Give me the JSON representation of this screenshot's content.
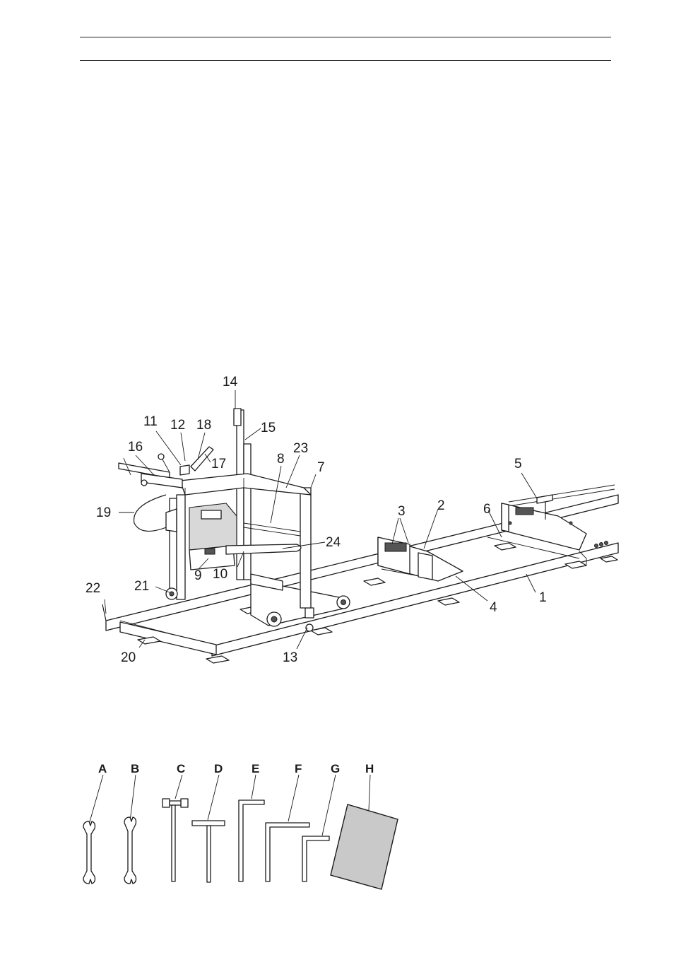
{
  "part_numbers": [
    "14",
    "11",
    "12",
    "18",
    "15",
    "16",
    "23",
    "8",
    "7",
    "5",
    "17",
    "19",
    "3",
    "2",
    "6",
    "24",
    "9",
    "10",
    "21",
    "22",
    "4",
    "1",
    "20",
    "13"
  ],
  "tool_letters": [
    "A",
    "B",
    "C",
    "D",
    "E",
    "F",
    "G",
    "H"
  ]
}
